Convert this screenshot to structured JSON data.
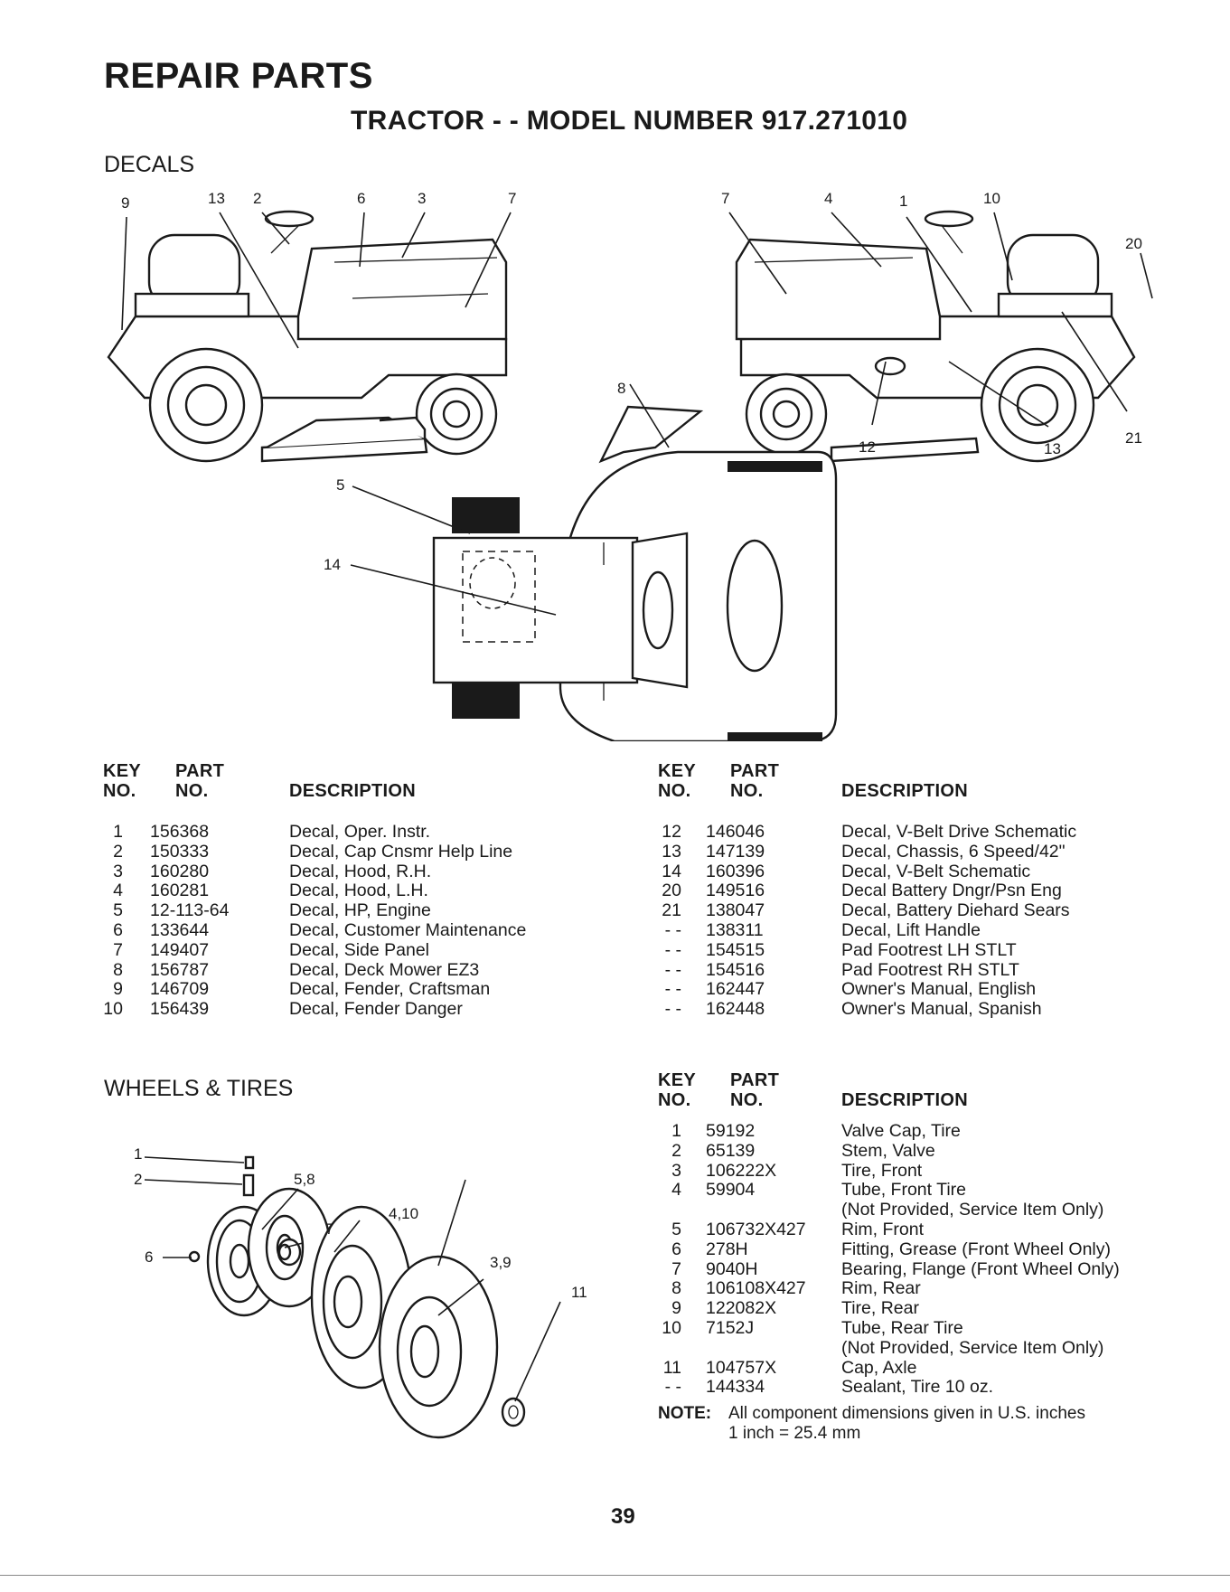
{
  "title": "REPAIR PARTS",
  "subtitle": "TRACTOR - - MODEL NUMBER 917.271010",
  "sections": {
    "decals": {
      "heading": "DECALS",
      "callouts": [
        "9",
        "13",
        "2",
        "6",
        "3",
        "7",
        "7",
        "4",
        "1",
        "10",
        "20",
        "8",
        "21",
        "12",
        "13",
        "5",
        "14"
      ],
      "table_headers": {
        "key_line1": "KEY",
        "key_line2": "NO.",
        "part_line1": "PART",
        "part_line2": "NO.",
        "description": "DESCRIPTION"
      },
      "left_rows": [
        {
          "key": "1",
          "part": "156368",
          "desc": "Decal, Oper. Instr."
        },
        {
          "key": "2",
          "part": "150333",
          "desc": "Decal, Cap Cnsmr Help Line"
        },
        {
          "key": "3",
          "part": "160280",
          "desc": "Decal, Hood, R.H."
        },
        {
          "key": "4",
          "part": "160281",
          "desc": "Decal, Hood, L.H."
        },
        {
          "key": "5",
          "part": "12-113-64",
          "desc": "Decal, HP, Engine"
        },
        {
          "key": "6",
          "part": "133644",
          "desc": "Decal, Customer Maintenance"
        },
        {
          "key": "7",
          "part": "149407",
          "desc": "Decal, Side Panel"
        },
        {
          "key": "8",
          "part": "156787",
          "desc": "Decal, Deck Mower EZ3"
        },
        {
          "key": "9",
          "part": "146709",
          "desc": "Decal, Fender, Craftsman"
        },
        {
          "key": "10",
          "part": "156439",
          "desc": "Decal, Fender Danger"
        }
      ],
      "right_rows": [
        {
          "key": "12",
          "part": "146046",
          "desc": "Decal, V-Belt Drive Schematic"
        },
        {
          "key": "13",
          "part": "147139",
          "desc": "Decal, Chassis, 6 Speed/42\""
        },
        {
          "key": "14",
          "part": "160396",
          "desc": "Decal, V-Belt Schematic"
        },
        {
          "key": "20",
          "part": "149516",
          "desc": "Decal Battery Dngr/Psn Eng"
        },
        {
          "key": "21",
          "part": "138047",
          "desc": "Decal, Battery Diehard  Sears"
        },
        {
          "key": "- -",
          "part": "138311",
          "desc": "Decal, Lift Handle"
        },
        {
          "key": "- -",
          "part": "154515",
          "desc": "Pad Footrest LH STLT"
        },
        {
          "key": "- -",
          "part": "154516",
          "desc": "Pad Footrest RH STLT"
        },
        {
          "key": "- -",
          "part": "162447",
          "desc": "Owner's Manual, English"
        },
        {
          "key": "- -",
          "part": "162448",
          "desc": "Owner's Manual, Spanish"
        }
      ]
    },
    "wheels": {
      "heading": "WHEELS & TIRES",
      "callouts": [
        "1",
        "2",
        "5,8",
        "4,10",
        "7",
        "3,9",
        "6",
        "11"
      ],
      "table_headers": {
        "key_line1": "KEY",
        "key_line2": "NO.",
        "part_line1": "PART",
        "part_line2": "NO.",
        "description": "DESCRIPTION"
      },
      "rows": [
        {
          "key": "1",
          "part": "59192",
          "desc": "Valve Cap, Tire"
        },
        {
          "key": "2",
          "part": "65139",
          "desc": "Stem, Valve"
        },
        {
          "key": "3",
          "part": "106222X",
          "desc": "Tire, Front"
        },
        {
          "key": "4",
          "part": "59904",
          "desc": "Tube, Front Tire"
        },
        {
          "key": "",
          "part": "",
          "desc": "(Not Provided, Service Item Only)"
        },
        {
          "key": "5",
          "part": "106732X427",
          "desc": "Rim, Front"
        },
        {
          "key": "6",
          "part": "278H",
          "desc": "Fitting, Grease (Front Wheel Only)"
        },
        {
          "key": "7",
          "part": "9040H",
          "desc": "Bearing, Flange (Front Wheel Only)"
        },
        {
          "key": "8",
          "part": "106108X427",
          "desc": "Rim, Rear"
        },
        {
          "key": "9",
          "part": "122082X",
          "desc": "Tire, Rear"
        },
        {
          "key": "10",
          "part": "7152J",
          "desc": "Tube, Rear Tire"
        },
        {
          "key": "",
          "part": "",
          "desc": "(Not Provided, Service Item Only)"
        },
        {
          "key": "11",
          "part": "104757X",
          "desc": "Cap, Axle"
        },
        {
          "key": "- -",
          "part": "144334",
          "desc": "Sealant, Tire 10 oz."
        }
      ],
      "note_label": "NOTE:",
      "note_line1": "All component dimensions given in U.S. inches",
      "note_line2": "1 inch = 25.4 mm"
    }
  },
  "page_number": "39"
}
